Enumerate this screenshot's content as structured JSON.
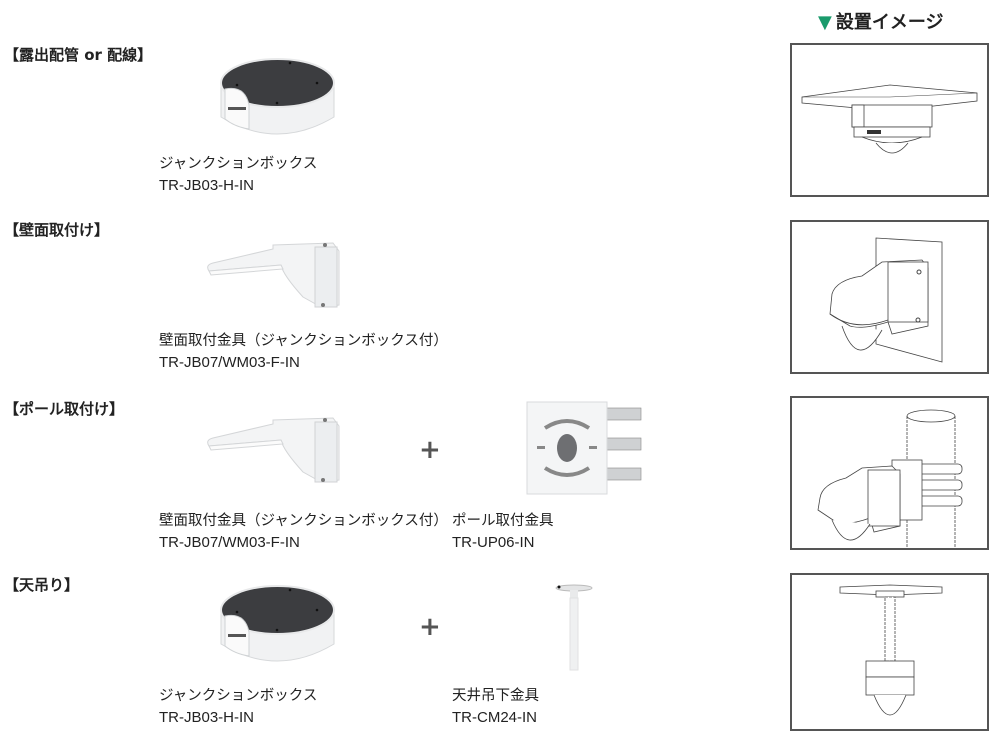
{
  "install_header": {
    "icon": "green-down-triangle",
    "triangle": "▼",
    "label": "設置イメージ",
    "accent_color": "#1a9b6c"
  },
  "sections": [
    {
      "title": "【露出配管 or 配線】",
      "products": [
        {
          "name": "ジャンクションボックス",
          "model": "TR-JB03-H-IN",
          "image": "junction-box"
        }
      ],
      "install_image": "ceiling-direct-mount"
    },
    {
      "title": "【壁面取付け】",
      "products": [
        {
          "name": "壁面取付金具（ジャンクションボックス付）",
          "model": "TR-JB07/WM03-F-IN",
          "image": "wall-bracket"
        }
      ],
      "install_image": "wall-mount"
    },
    {
      "title": "【ポール取付け】",
      "products": [
        {
          "name": "壁面取付金具（ジャンクションボックス付）",
          "model": "TR-JB07/WM03-F-IN",
          "image": "wall-bracket"
        },
        {
          "name": "ポール取付金具",
          "model": "TR-UP06-IN",
          "image": "pole-mount-adapter"
        }
      ],
      "plus": "+",
      "install_image": "pole-mount"
    },
    {
      "title": "【天吊り】",
      "products": [
        {
          "name": "ジャンクションボックス",
          "model": "TR-JB03-H-IN",
          "image": "junction-box"
        },
        {
          "name": "天井吊下金具",
          "model": "TR-CM24-IN",
          "image": "pendant-mount"
        }
      ],
      "plus": "+",
      "install_image": "pendant-ceiling-mount"
    }
  ]
}
